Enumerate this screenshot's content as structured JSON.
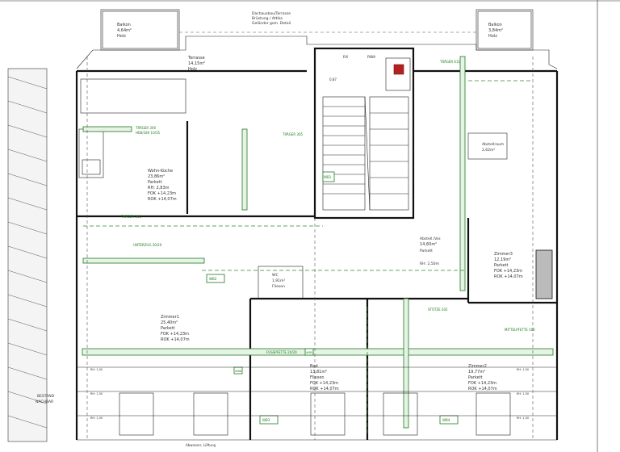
{
  "top_note": [
    "Dachausbau/Terrasse",
    "Brüstung / Attika",
    "Geländer gem. Detail"
  ],
  "balcony_left": {
    "title": "Balkon",
    "area": "4,64m²",
    "floor": "Holz"
  },
  "balcony_right": {
    "title": "Balkon",
    "area": "3,84m²",
    "floor": "Holz"
  },
  "terrace": {
    "title": "Terrasse",
    "area": "14,15m²",
    "floor": "Holz"
  },
  "shaft_labels": {
    "rx": "RX",
    "rwa": "RWA",
    "dims": "0,87"
  },
  "kitchen": {
    "title": "Wohn-Küche",
    "area": "23,86m²",
    "floor": "Parkett",
    "rh": "RH: 2,83m",
    "fok": "FOK +14,23m",
    "rok": "ROK +14,07m"
  },
  "room1": {
    "title": "Zimmer1",
    "area": "25,40m²",
    "floor": "Parkett",
    "fok": "FOK +14,23m",
    "rok": "ROK +14,07m"
  },
  "bath": {
    "title": "Bad",
    "area": "13,81m²",
    "floor": "Fliesen",
    "fok": "FOK +14,23m",
    "rok": "ROK +14,07m"
  },
  "room2": {
    "title": "Zimmer2",
    "area": "19,77m²",
    "floor": "Parkett",
    "fok": "FOK +14,23m",
    "rok": "ROK +14,07m"
  },
  "room3": {
    "title": "Zimmer3",
    "area": "12,19m²",
    "floor": "Parkett",
    "fok": "FOK +14,23m",
    "rok": "ROK +14,07m"
  },
  "hall": {
    "title": "Abstell./Vor.",
    "area": "14,60m²",
    "floor": "Parkett",
    "rh": "RH: 2,50m"
  },
  "abstell": {
    "title": "Abstellraum",
    "area": "2,62m²"
  },
  "wc": {
    "title": "WC",
    "area": "1,91m²",
    "floor": "Fliesen"
  },
  "beams": {
    "t1": "TRÄGER 300",
    "t2": "HEB/180 10/35",
    "t3": "UNTERZUG 30/20",
    "t4": "TRÄGER 611",
    "t5": "STÜTZE 302",
    "t6": "MITTELPFETTE 300",
    "t7": "TRÄGER 305",
    "t8": "FUSSPFETTE 20/20",
    "t9": "TRÄGER 301"
  },
  "green_tags": [
    "WB1",
    "WB2",
    "WB3",
    "WB4",
    "WB5",
    "WB6"
  ],
  "side_labels": {
    "bestand": "BESTAND",
    "nachbar": "NACHBAR"
  },
  "rh_values": [
    "RH: 1,50",
    "RH: 1,50",
    "RH: 1,50",
    "RH: 1,50",
    "RH: 1,50",
    "RH: 1,50"
  ],
  "bottom_note": "Abwasser, Lüftung"
}
